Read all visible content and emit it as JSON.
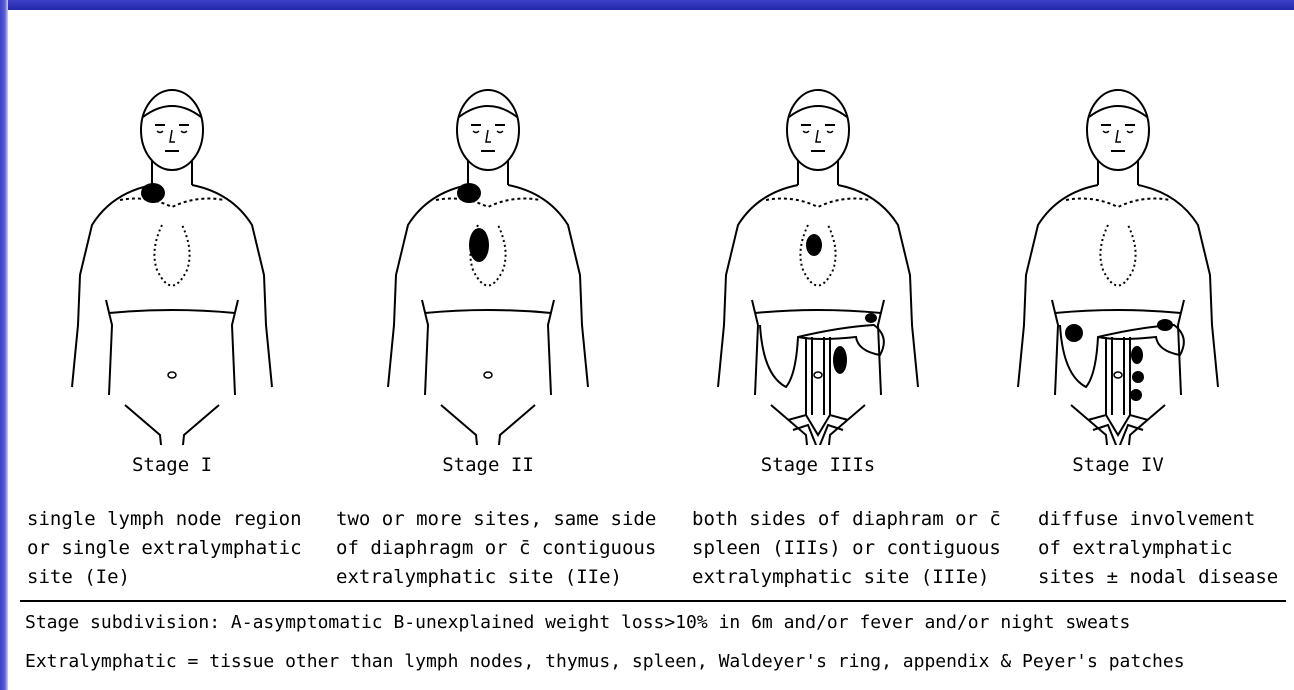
{
  "stages": [
    {
      "label": "Stage I",
      "description": [
        "single lymph node region",
        "or single extralymphatic",
        "site (Ie)"
      ]
    },
    {
      "label": "Stage II",
      "description": [
        "two or more sites, same side",
        "of diaphragm or c̄ contiguous",
        "extralymphatic site (IIe)"
      ]
    },
    {
      "label": "Stage IIIs",
      "description": [
        "both sides of diaphram or c̄",
        "spleen (IIIs) or contiguous",
        "extralymphatic site (IIIe)"
      ]
    },
    {
      "label": "Stage IV",
      "description": [
        "diffuse involvement",
        "of extralymphatic",
        "sites ± nodal disease"
      ]
    }
  ],
  "footnotes": [
    "Stage subdivision: A-asymptomatic  B-unexplained weight loss>10% in 6m and/or fever and/or night sweats",
    "Extralymphatic = tissue other than lymph nodes, thymus, spleen, Waldeyer's ring, appendix & Peyer's patches"
  ],
  "colors": {
    "frame": "#2a30b8",
    "ink": "#000000",
    "background": "#ffffff"
  }
}
